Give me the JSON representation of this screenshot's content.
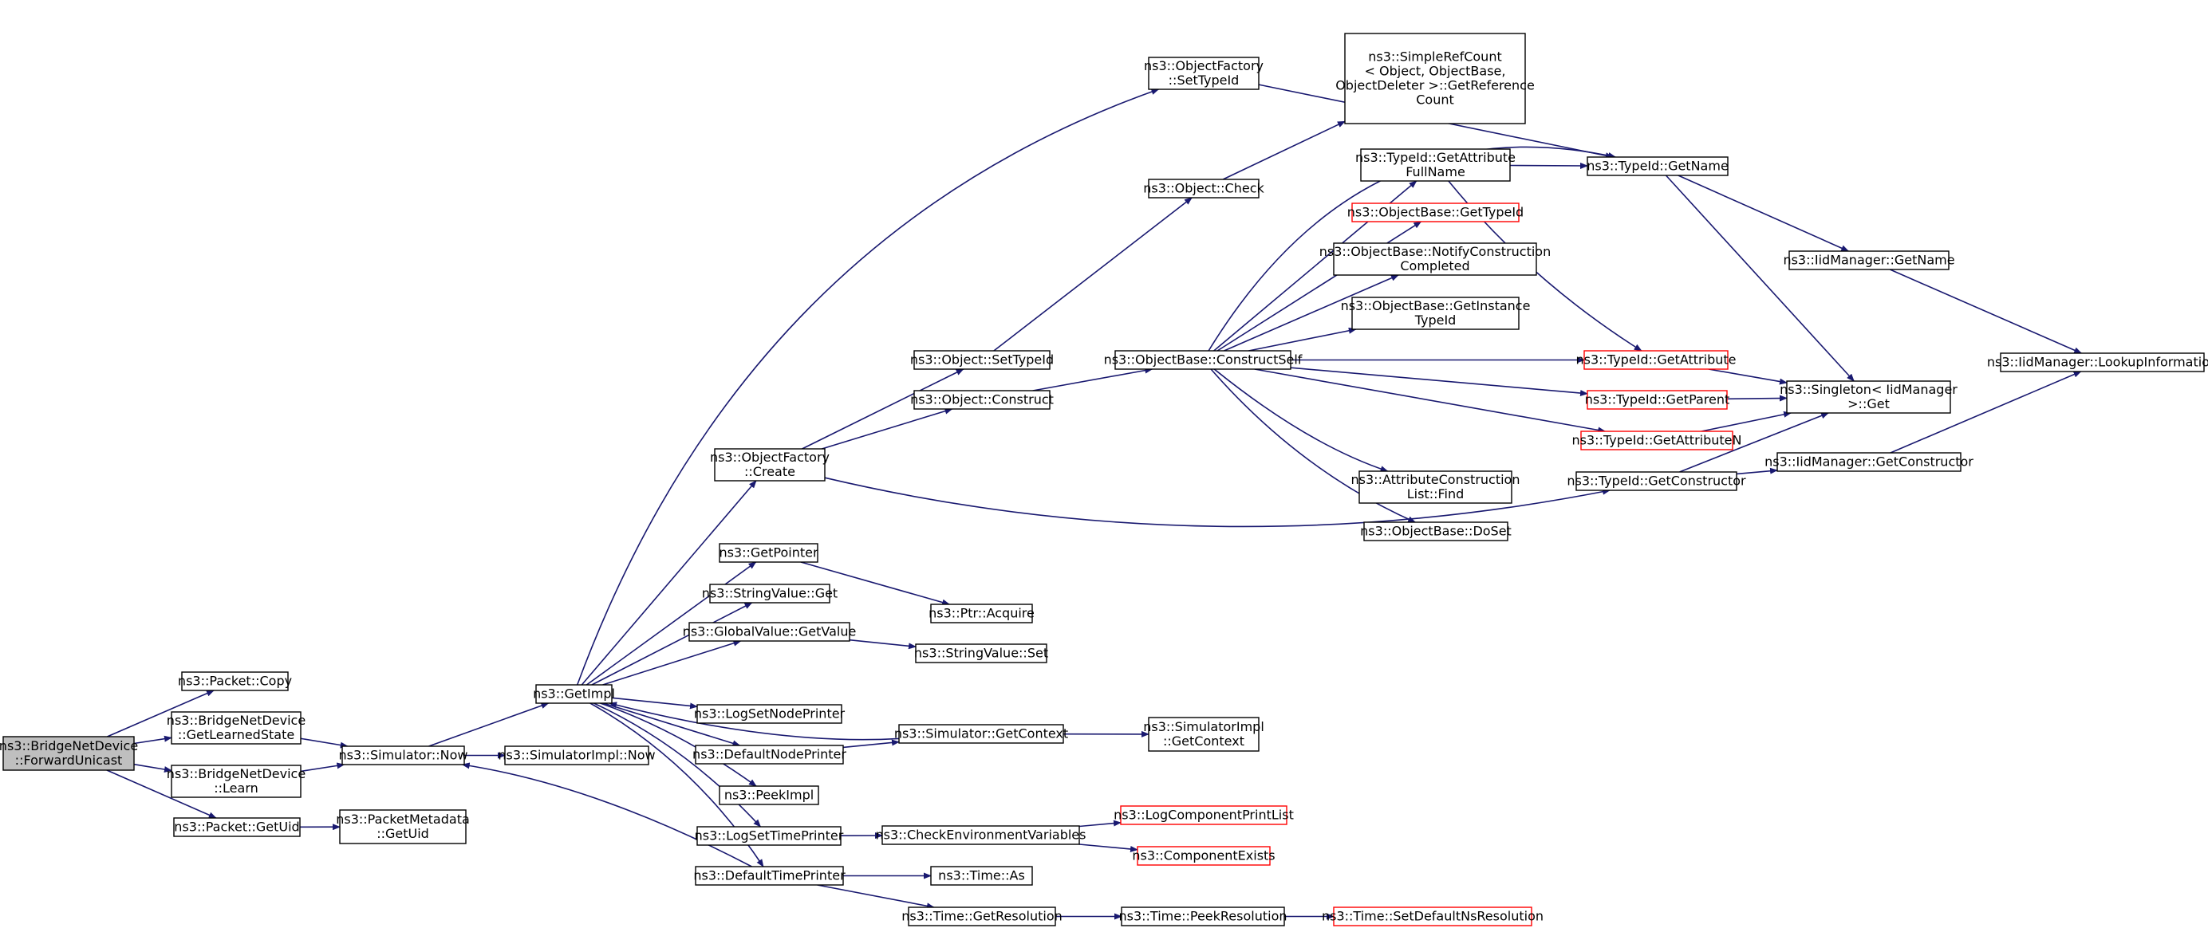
{
  "colors": {
    "edge": "#191970",
    "node_border": "#000000",
    "node_border_undocumented": "#ff0000",
    "root_fill": "#bfbfbf",
    "node_fill": "#ffffff"
  },
  "nodes": [
    {
      "id": "root",
      "lines": [
        "ns3::BridgeNetDevice",
        "::ForwardUnicast"
      ],
      "style": "root"
    },
    {
      "id": "packet_copy",
      "lines": [
        "ns3::Packet::Copy"
      ]
    },
    {
      "id": "getlearnedstate",
      "lines": [
        "ns3::BridgeNetDevice",
        "::GetLearnedState"
      ]
    },
    {
      "id": "learn",
      "lines": [
        "ns3::BridgeNetDevice",
        "::Learn"
      ]
    },
    {
      "id": "packet_getuid",
      "lines": [
        "ns3::Packet::GetUid"
      ]
    },
    {
      "id": "packetmetadata_getuid",
      "lines": [
        "ns3::PacketMetadata",
        "::GetUid"
      ]
    },
    {
      "id": "sim_now",
      "lines": [
        "ns3::Simulator::Now"
      ]
    },
    {
      "id": "simimpl_now",
      "lines": [
        "ns3::SimulatorImpl::Now"
      ]
    },
    {
      "id": "getimpl",
      "lines": [
        "ns3::GetImpl"
      ]
    },
    {
      "id": "of_settypeid",
      "lines": [
        "ns3::ObjectFactory",
        "::SetTypeId"
      ]
    },
    {
      "id": "of_create",
      "lines": [
        "ns3::ObjectFactory",
        "::Create"
      ]
    },
    {
      "id": "getpointer",
      "lines": [
        "ns3::GetPointer"
      ]
    },
    {
      "id": "stringvalue_get",
      "lines": [
        "ns3::StringValue::Get"
      ]
    },
    {
      "id": "globalvalue_getvalue",
      "lines": [
        "ns3::GlobalValue::GetValue"
      ]
    },
    {
      "id": "logsetnodeprinter",
      "lines": [
        "ns3::LogSetNodePrinter"
      ]
    },
    {
      "id": "defaultnodeprinter",
      "lines": [
        "ns3::DefaultNodePrinter"
      ]
    },
    {
      "id": "peekimpl",
      "lines": [
        "ns3::PeekImpl"
      ]
    },
    {
      "id": "logsettimeprinter",
      "lines": [
        "ns3::LogSetTimePrinter"
      ]
    },
    {
      "id": "defaulttimeprinter",
      "lines": [
        "ns3::DefaultTimePrinter"
      ]
    },
    {
      "id": "object_settypeid",
      "lines": [
        "ns3::Object::SetTypeId"
      ]
    },
    {
      "id": "object_construct",
      "lines": [
        "ns3::Object::Construct"
      ]
    },
    {
      "id": "object_check",
      "lines": [
        "ns3::Object::Check"
      ]
    },
    {
      "id": "ptr_acquire",
      "lines": [
        "ns3::Ptr::Acquire"
      ]
    },
    {
      "id": "stringvalue_set",
      "lines": [
        "ns3::StringValue::Set"
      ]
    },
    {
      "id": "sim_getcontext",
      "lines": [
        "ns3::Simulator::GetContext"
      ]
    },
    {
      "id": "checkenvvars",
      "lines": [
        "ns3::CheckEnvironmentVariables"
      ]
    },
    {
      "id": "time_as",
      "lines": [
        "ns3::Time::As"
      ]
    },
    {
      "id": "time_getresolution",
      "lines": [
        "ns3::Time::GetResolution"
      ]
    },
    {
      "id": "simplerefcount",
      "lines": [
        "ns3::SimpleRefCount",
        "< Object, ObjectBase,",
        "ObjectDeleter >::GetReference",
        "Count"
      ]
    },
    {
      "id": "ob_constructself",
      "lines": [
        "ns3::ObjectBase::ConstructSelf"
      ]
    },
    {
      "id": "simimpl_getcontext",
      "lines": [
        "ns3::SimulatorImpl",
        "::GetContext"
      ]
    },
    {
      "id": "logcomponentprintlist",
      "lines": [
        "ns3::LogComponentPrintList"
      ],
      "style": "red"
    },
    {
      "id": "componentexists",
      "lines": [
        "ns3::ComponentExists"
      ],
      "style": "red"
    },
    {
      "id": "time_peekresolution",
      "lines": [
        "ns3::Time::PeekResolution"
      ]
    },
    {
      "id": "typeid_getattributefullname",
      "lines": [
        "ns3::TypeId::GetAttribute",
        "FullName"
      ]
    },
    {
      "id": "ob_gettypeid",
      "lines": [
        "ns3::ObjectBase::GetTypeId"
      ],
      "style": "red"
    },
    {
      "id": "ob_notifyconstructioncompleted",
      "lines": [
        "ns3::ObjectBase::NotifyConstruction",
        "Completed"
      ]
    },
    {
      "id": "ob_getinstancetypeid",
      "lines": [
        "ns3::ObjectBase::GetInstance",
        "TypeId"
      ]
    },
    {
      "id": "attributeconstructionlist_find",
      "lines": [
        "ns3::AttributeConstruction",
        "List::Find"
      ]
    },
    {
      "id": "ob_doset",
      "lines": [
        "ns3::ObjectBase::DoSet"
      ]
    },
    {
      "id": "time_setdefaultnsresolution",
      "lines": [
        "ns3::Time::SetDefaultNsResolution"
      ],
      "style": "red"
    },
    {
      "id": "typeid_getname",
      "lines": [
        "ns3::TypeId::GetName"
      ]
    },
    {
      "id": "typeid_getattribute",
      "lines": [
        "ns3::TypeId::GetAttribute"
      ],
      "style": "red"
    },
    {
      "id": "typeid_getparent",
      "lines": [
        "ns3::TypeId::GetParent"
      ],
      "style": "red"
    },
    {
      "id": "typeid_getattributen",
      "lines": [
        "ns3::TypeId::GetAttributeN"
      ],
      "style": "red"
    },
    {
      "id": "typeid_getconstructor",
      "lines": [
        "ns3::TypeId::GetConstructor"
      ]
    },
    {
      "id": "iidmanager_getname",
      "lines": [
        "ns3::IidManager::GetName"
      ]
    },
    {
      "id": "singleton_get",
      "lines": [
        "ns3::Singleton< IidManager",
        ">::Get"
      ]
    },
    {
      "id": "iidmanager_getconstructor",
      "lines": [
        "ns3::IidManager::GetConstructor"
      ]
    },
    {
      "id": "iidmanager_lookupinformation",
      "lines": [
        "ns3::IidManager::LookupInformation"
      ]
    }
  ],
  "edges": [
    [
      "root",
      "packet_copy"
    ],
    [
      "root",
      "getlearnedstate"
    ],
    [
      "root",
      "learn"
    ],
    [
      "root",
      "packet_getuid"
    ],
    [
      "getlearnedstate",
      "sim_now"
    ],
    [
      "learn",
      "sim_now"
    ],
    [
      "packet_getuid",
      "packetmetadata_getuid"
    ],
    [
      "sim_now",
      "getimpl"
    ],
    [
      "sim_now",
      "simimpl_now"
    ],
    [
      "getimpl",
      "of_settypeid"
    ],
    [
      "getimpl",
      "of_create"
    ],
    [
      "getimpl",
      "getpointer"
    ],
    [
      "getimpl",
      "stringvalue_get"
    ],
    [
      "getimpl",
      "globalvalue_getvalue"
    ],
    [
      "getimpl",
      "logsetnodeprinter"
    ],
    [
      "getimpl",
      "defaultnodeprinter"
    ],
    [
      "getimpl",
      "peekimpl"
    ],
    [
      "getimpl",
      "logsettimeprinter"
    ],
    [
      "getimpl",
      "defaulttimeprinter"
    ],
    [
      "of_settypeid",
      "typeid_getname"
    ],
    [
      "of_create",
      "object_settypeid"
    ],
    [
      "of_create",
      "object_construct"
    ],
    [
      "of_create",
      "typeid_getconstructor"
    ],
    [
      "object_settypeid",
      "object_check"
    ],
    [
      "object_check",
      "simplerefcount"
    ],
    [
      "object_construct",
      "ob_constructself"
    ],
    [
      "getpointer",
      "ptr_acquire"
    ],
    [
      "globalvalue_getvalue",
      "stringvalue_set"
    ],
    [
      "sim_getcontext",
      "getimpl"
    ],
    [
      "defaultnodeprinter",
      "sim_getcontext"
    ],
    [
      "sim_getcontext",
      "simimpl_getcontext"
    ],
    [
      "logsettimeprinter",
      "checkenvvars"
    ],
    [
      "checkenvvars",
      "logcomponentprintlist"
    ],
    [
      "checkenvvars",
      "componentexists"
    ],
    [
      "defaulttimeprinter",
      "sim_now"
    ],
    [
      "defaulttimeprinter",
      "time_as"
    ],
    [
      "defaulttimeprinter",
      "time_getresolution"
    ],
    [
      "time_getresolution",
      "time_peekresolution"
    ],
    [
      "time_peekresolution",
      "time_setdefaultnsresolution"
    ],
    [
      "ob_constructself",
      "typeid_getname"
    ],
    [
      "ob_constructself",
      "typeid_getattributefullname"
    ],
    [
      "ob_constructself",
      "ob_gettypeid"
    ],
    [
      "ob_constructself",
      "ob_notifyconstructioncompleted"
    ],
    [
      "ob_constructself",
      "ob_getinstancetypeid"
    ],
    [
      "ob_constructself",
      "typeid_getattribute"
    ],
    [
      "ob_constructself",
      "typeid_getparent"
    ],
    [
      "ob_constructself",
      "typeid_getattributen"
    ],
    [
      "ob_constructself",
      "attributeconstructionlist_find"
    ],
    [
      "ob_constructself",
      "ob_doset"
    ],
    [
      "typeid_getattributefullname",
      "typeid_getname"
    ],
    [
      "typeid_getattributefullname",
      "typeid_getattribute"
    ],
    [
      "typeid_getname",
      "iidmanager_getname"
    ],
    [
      "typeid_getname",
      "singleton_get"
    ],
    [
      "typeid_getattribute",
      "singleton_get"
    ],
    [
      "typeid_getparent",
      "singleton_get"
    ],
    [
      "typeid_getattributen",
      "singleton_get"
    ],
    [
      "typeid_getconstructor",
      "singleton_get"
    ],
    [
      "typeid_getconstructor",
      "iidmanager_getconstructor"
    ],
    [
      "iidmanager_getname",
      "iidmanager_lookupinformation"
    ],
    [
      "iidmanager_getconstructor",
      "iidmanager_lookupinformation"
    ]
  ]
}
